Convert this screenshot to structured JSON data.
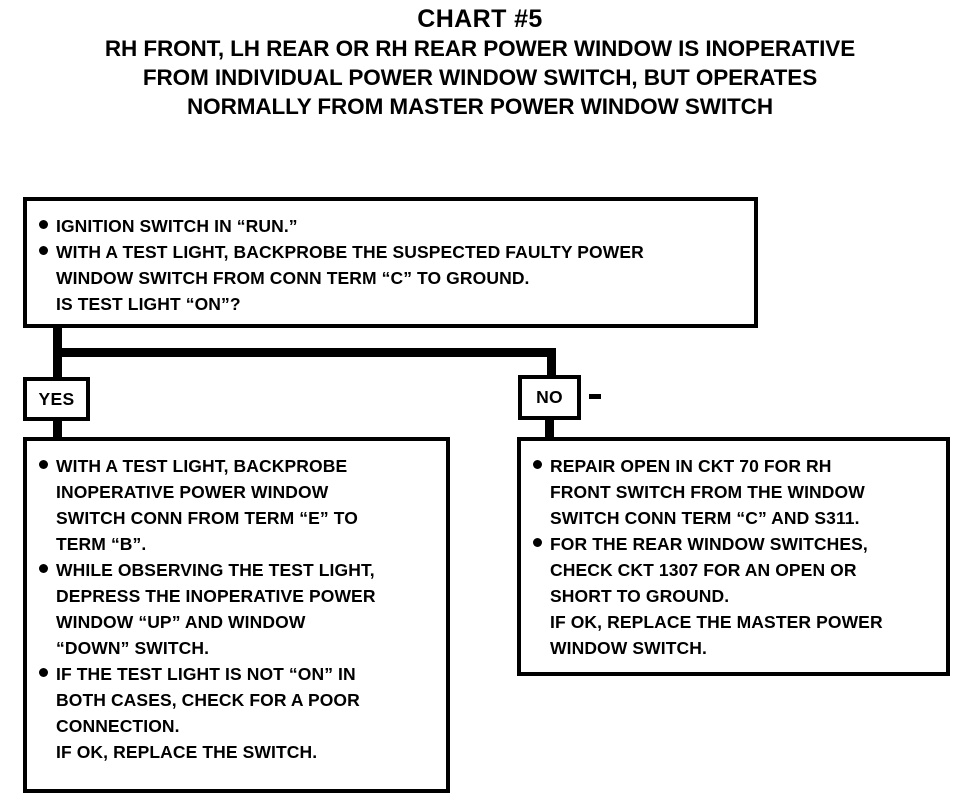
{
  "title": {
    "chart_number": "CHART #5",
    "subtitle_lines": [
      "RH FRONT, LH REAR OR RH REAR POWER WINDOW IS INOPERATIVE",
      "FROM INDIVIDUAL POWER WINDOW SWITCH, BUT OPERATES",
      "NORMALLY FROM MASTER POWER WINDOW SWITCH"
    ]
  },
  "decision": {
    "items": [
      {
        "bullet": true,
        "lines": [
          "IGNITION SWITCH IN “RUN.”"
        ]
      },
      {
        "bullet": true,
        "lines": [
          "WITH A TEST LIGHT, BACKPROBE THE SUSPECTED FAULTY POWER",
          "WINDOW SWITCH FROM CONN TERM “C” TO GROUND.",
          "IS TEST LIGHT “ON”?"
        ]
      }
    ]
  },
  "branches": {
    "yes_label": "YES",
    "no_label": "NO",
    "no_side_mark": "dash-mark"
  },
  "yes_outcome": {
    "items": [
      {
        "bullet": true,
        "lines": [
          "WITH A TEST LIGHT, BACKPROBE",
          "INOPERATIVE POWER WINDOW",
          "SWITCH CONN FROM TERM “E” TO",
          "TERM “B”."
        ]
      },
      {
        "bullet": true,
        "lines": [
          "WHILE OBSERVING THE TEST LIGHT,",
          "DEPRESS THE INOPERATIVE POWER",
          "WINDOW “UP” AND WINDOW",
          "“DOWN” SWITCH."
        ]
      },
      {
        "bullet": true,
        "lines": [
          "IF THE TEST LIGHT IS NOT “ON” IN",
          "BOTH CASES, CHECK FOR A POOR",
          "CONNECTION.",
          "IF OK, REPLACE THE SWITCH."
        ]
      }
    ]
  },
  "no_outcome": {
    "items": [
      {
        "bullet": true,
        "lines": [
          "REPAIR OPEN IN CKT 70 FOR RH",
          "FRONT SWITCH FROM THE WINDOW",
          "SWITCH CONN TERM “C” AND S311."
        ]
      },
      {
        "bullet": true,
        "lines": [
          "FOR THE REAR WINDOW SWITCHES,",
          "CHECK CKT 1307 FOR AN OPEN OR",
          "SHORT TO GROUND.",
          "IF OK, REPLACE THE MASTER POWER",
          "WINDOW SWITCH."
        ]
      }
    ]
  },
  "colors": {
    "ink": "#000000",
    "paper": "#ffffff"
  }
}
